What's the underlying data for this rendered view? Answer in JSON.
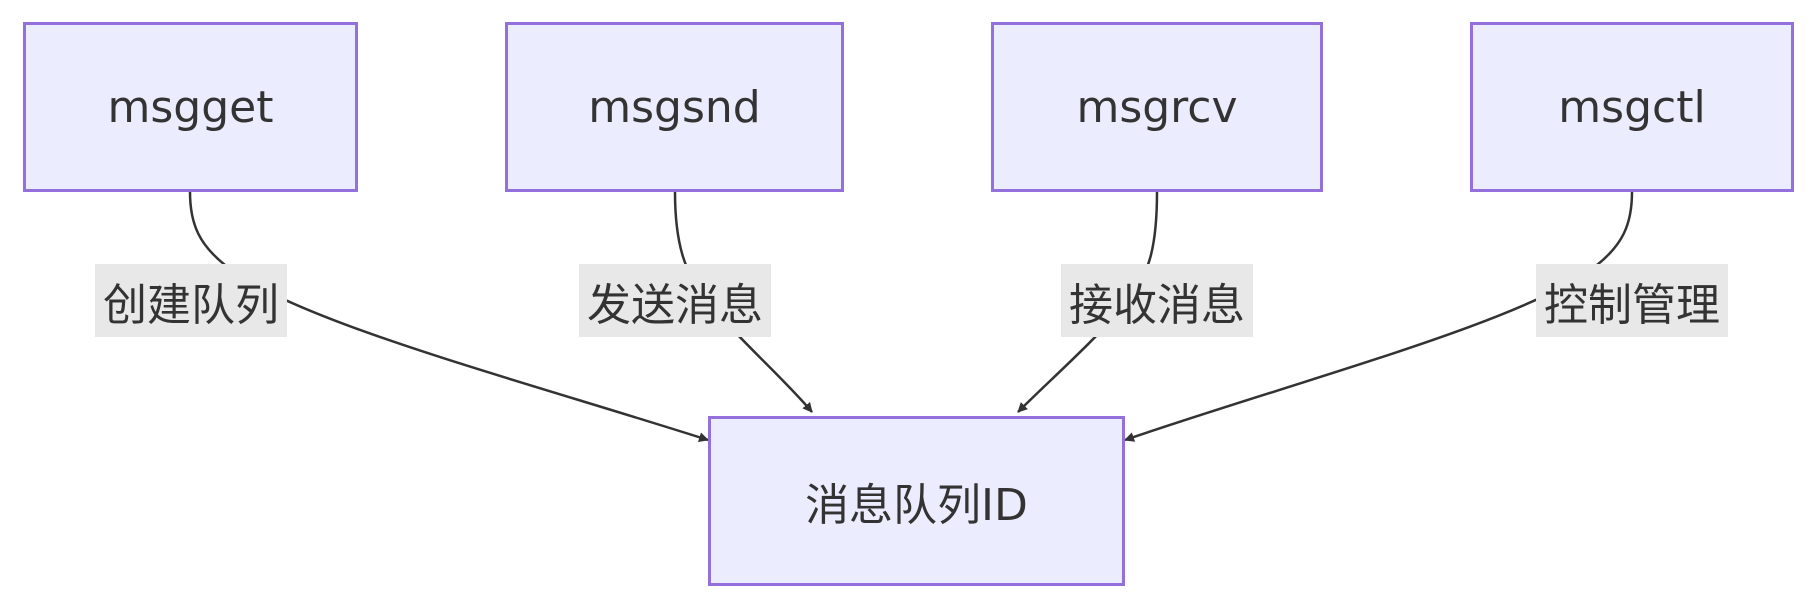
{
  "diagram": {
    "nodes": {
      "msgget": "msgget",
      "msgsnd": "msgsnd",
      "msgrcv": "msgrcv",
      "msgctl": "msgctl",
      "queue_id": "消息队列ID"
    },
    "edge_labels": {
      "create": "创建队列",
      "send": "发送消息",
      "receive": "接收消息",
      "control": "控制管理"
    }
  }
}
